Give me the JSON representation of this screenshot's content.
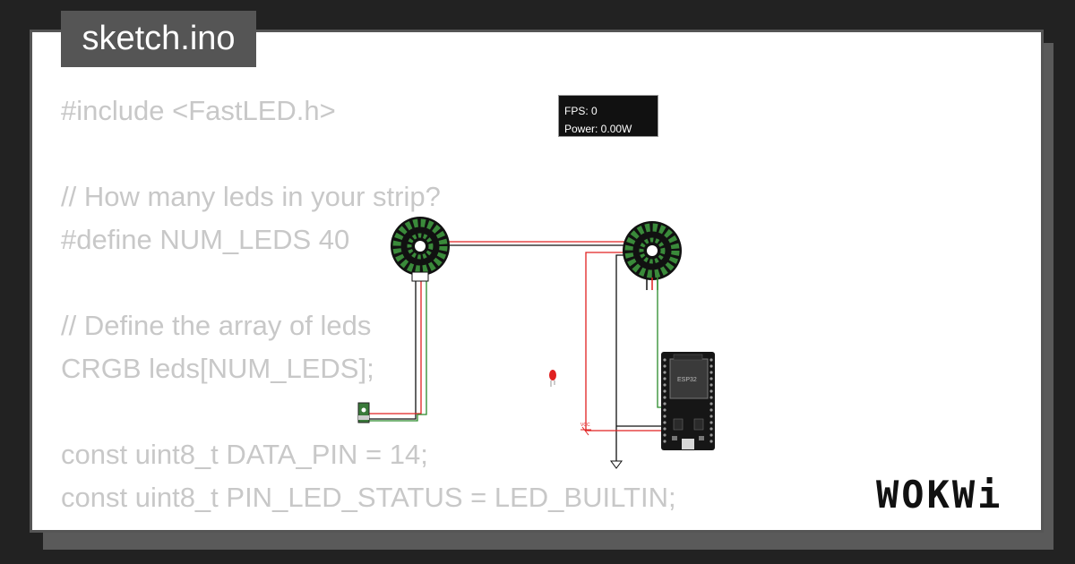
{
  "project": {
    "file_name": "sketch.ino"
  },
  "code_lines": [
    "#include <FastLED.h>",
    "",
    "// How many leds in your strip?",
    "#define NUM_LEDS 40",
    "",
    "// Define the array of leds",
    "CRGB leds[NUM_LEDS];",
    "",
    "const uint8_t DATA_PIN = 14;",
    "const uint8_t PIN_LED_STATUS = LED_BUILTIN;"
  ],
  "sim_stats": {
    "fps": "FPS: 0",
    "power": "Power: 0.00W"
  },
  "board": {
    "label": "ESP32"
  },
  "vcc_label": "VCC",
  "brand": {
    "logo_text": "WOKWi"
  },
  "colors": {
    "wire_red": "#e02020",
    "wire_black": "#111111",
    "wire_green": "#2a8a2a",
    "led_green": "#3a8a3a"
  }
}
